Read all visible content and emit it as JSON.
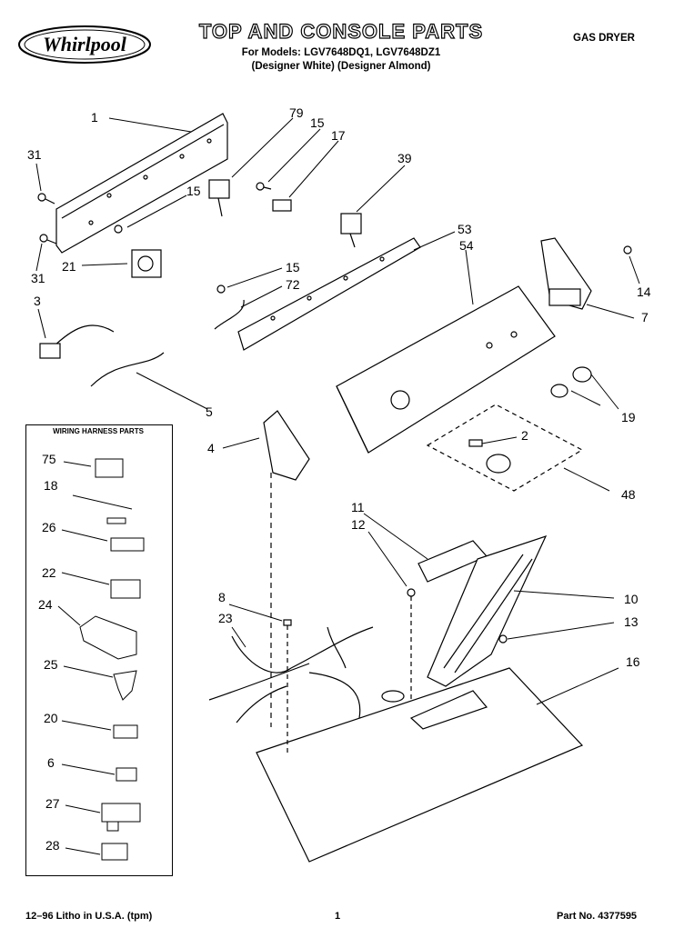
{
  "header": {
    "brand": "Whirlpool",
    "title": "TOP AND CONSOLE PARTS",
    "models_line": "For Models: LGV7648DQ1, LGV7648DZ1",
    "variants_line": "(Designer White) (Designer Almond)",
    "product_type": "GAS DRYER"
  },
  "legend": {
    "title": "WIRING HARNESS PARTS",
    "items": [
      "75",
      "18",
      "26",
      "22",
      "24",
      "25",
      "20",
      "6",
      "27",
      "28"
    ]
  },
  "callouts": {
    "c1": "1",
    "c79": "79",
    "c15a": "15",
    "c17": "17",
    "c39": "39",
    "c31a": "31",
    "c15b": "15",
    "c21": "21",
    "c31b": "31",
    "c15c": "15",
    "c72": "72",
    "c53": "53",
    "c54": "54",
    "c14": "14",
    "c7": "7",
    "c3": "3",
    "c5": "5",
    "c19": "19",
    "c2": "2",
    "c4": "4",
    "c48": "48",
    "c11": "11",
    "c12": "12",
    "c10": "10",
    "c8": "8",
    "c23": "23",
    "c13": "13",
    "c16": "16"
  },
  "footer": {
    "print_info": "12–96 Litho in U.S.A. (tpm)",
    "page_number": "1",
    "part_number": "Part No. 4377595"
  }
}
